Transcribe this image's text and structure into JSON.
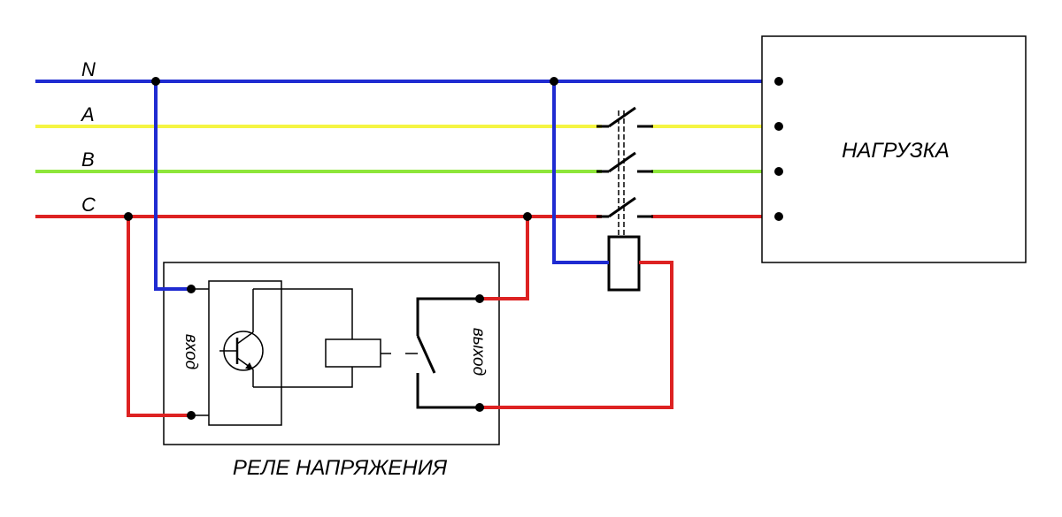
{
  "lines": {
    "n_label": "N",
    "a_label": "A",
    "b_label": "B",
    "c_label": "C"
  },
  "load": {
    "label": "НАГРУЗКА"
  },
  "relay": {
    "title": "РЕЛЕ НАПРЯЖЕНИЯ",
    "input_label": "вход",
    "output_label": "выход"
  },
  "colors": {
    "neutral": "#1f2bd1",
    "phase_a": "#f5f542",
    "phase_b": "#8ee63a",
    "phase_c": "#dd2222",
    "outline": "#000000"
  }
}
